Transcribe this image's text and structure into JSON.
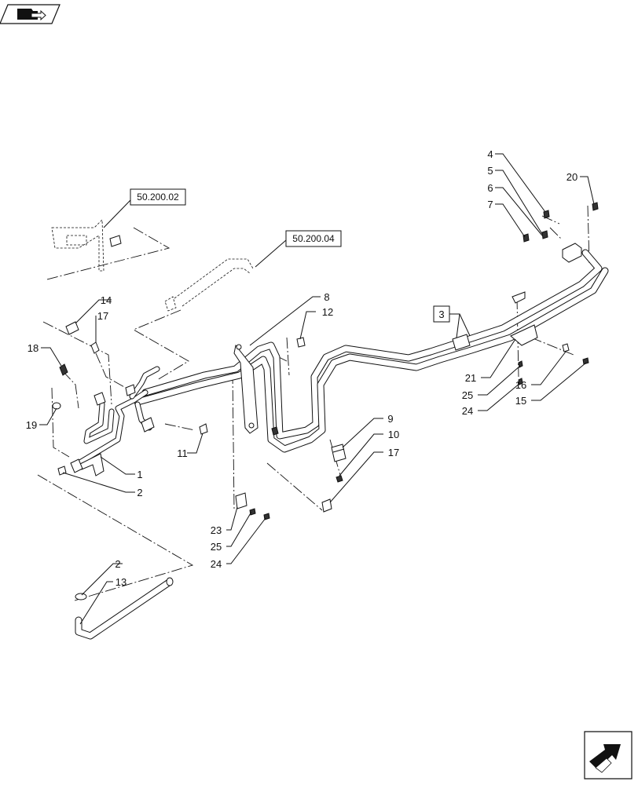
{
  "reference_boxes": [
    {
      "id": "ref_50_200_02",
      "label": "50.200.02"
    },
    {
      "id": "ref_50_200_04",
      "label": "50.200.04"
    }
  ],
  "assembly_box": {
    "label": "3"
  },
  "callouts": {
    "c1": "1",
    "c2a": "2",
    "c2b": "2",
    "c4": "4",
    "c5": "5",
    "c6": "6",
    "c7": "7",
    "c8": "8",
    "c9": "9",
    "c10": "10",
    "c11": "11",
    "c12": "12",
    "c13": "13",
    "c14": "14",
    "c15": "15",
    "c16": "16",
    "c17a": "17",
    "c17b": "17",
    "c18": "18",
    "c19": "19",
    "c20": "20",
    "c21": "21",
    "c23": "23",
    "c24a": "24",
    "c24b": "24",
    "c25a": "25",
    "c25b": "25"
  },
  "icons": {
    "top_left": "folder-arrow-icon",
    "bottom_right": "next-page-arrow-icon"
  }
}
